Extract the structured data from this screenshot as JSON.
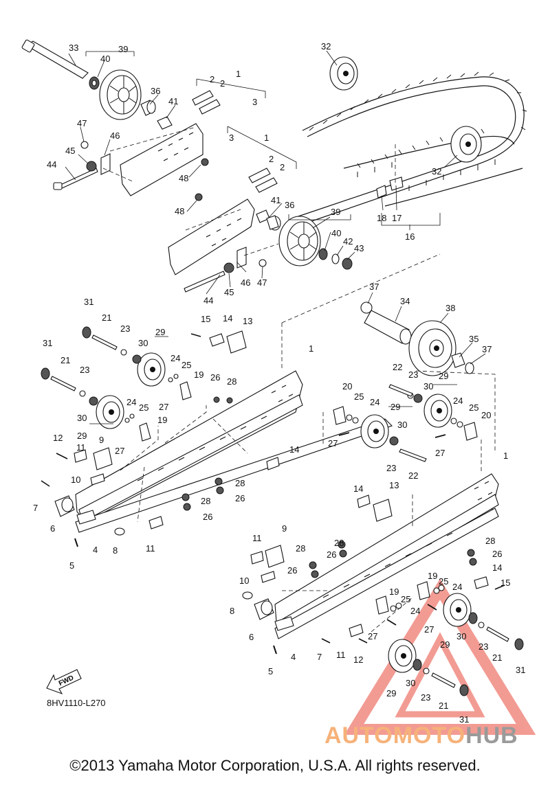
{
  "diagram": {
    "code": "8HV1110-L270",
    "copyright": "©2013 Yamaha Motor Corporation, U.S.A. All rights reserved.",
    "fwd_label": "FWD",
    "watermark": {
      "part1": "AUTOMOTO",
      "part2": "HUB",
      "color_triangle": "#e84a3c",
      "color_text": "#f6a35f"
    },
    "callouts": [
      {
        "label": "33"
      },
      {
        "label": "40"
      },
      {
        "label": "39"
      },
      {
        "label": "32"
      },
      {
        "label": "1"
      },
      {
        "label": "2"
      },
      {
        "label": "2"
      },
      {
        "label": "3"
      },
      {
        "label": "36"
      },
      {
        "label": "41"
      },
      {
        "label": "47"
      },
      {
        "label": "46"
      },
      {
        "label": "45"
      },
      {
        "label": "44"
      },
      {
        "label": "48"
      },
      {
        "label": "1"
      },
      {
        "label": "3"
      },
      {
        "label": "2"
      },
      {
        "label": "2"
      },
      {
        "label": "32"
      },
      {
        "label": "41"
      },
      {
        "label": "48"
      },
      {
        "label": "36"
      },
      {
        "label": "39"
      },
      {
        "label": "40"
      },
      {
        "label": "42"
      },
      {
        "label": "43"
      },
      {
        "label": "18"
      },
      {
        "label": "17"
      },
      {
        "label": "16"
      },
      {
        "label": "46"
      },
      {
        "label": "47"
      },
      {
        "label": "44"
      },
      {
        "label": "45"
      },
      {
        "label": "37"
      },
      {
        "label": "34"
      },
      {
        "label": "38"
      },
      {
        "label": "35"
      },
      {
        "label": "37"
      },
      {
        "label": "31"
      },
      {
        "label": "21"
      },
      {
        "label": "23"
      },
      {
        "label": "29"
      },
      {
        "label": "30"
      },
      {
        "label": "15"
      },
      {
        "label": "14"
      },
      {
        "label": "13"
      },
      {
        "label": "1"
      },
      {
        "label": "31"
      },
      {
        "label": "21"
      },
      {
        "label": "23"
      },
      {
        "label": "24"
      },
      {
        "label": "25"
      },
      {
        "label": "19"
      },
      {
        "label": "26"
      },
      {
        "label": "28"
      },
      {
        "label": "27"
      },
      {
        "label": "24"
      },
      {
        "label": "25"
      },
      {
        "label": "30"
      },
      {
        "label": "19"
      },
      {
        "label": "29"
      },
      {
        "label": "27"
      },
      {
        "label": "12"
      },
      {
        "label": "9"
      },
      {
        "label": "11"
      },
      {
        "label": "14"
      },
      {
        "label": "10"
      },
      {
        "label": "28"
      },
      {
        "label": "28"
      },
      {
        "label": "26"
      },
      {
        "label": "26"
      },
      {
        "label": "7"
      },
      {
        "label": "6"
      },
      {
        "label": "8"
      },
      {
        "label": "4"
      },
      {
        "label": "11"
      },
      {
        "label": "5"
      },
      {
        "label": "22"
      },
      {
        "label": "23"
      },
      {
        "label": "29"
      },
      {
        "label": "30"
      },
      {
        "label": "20"
      },
      {
        "label": "25"
      },
      {
        "label": "24"
      },
      {
        "label": "29"
      },
      {
        "label": "30"
      },
      {
        "label": "24"
      },
      {
        "label": "25"
      },
      {
        "label": "20"
      },
      {
        "label": "27"
      },
      {
        "label": "27"
      },
      {
        "label": "23"
      },
      {
        "label": "22"
      },
      {
        "label": "1"
      },
      {
        "label": "14"
      },
      {
        "label": "13"
      },
      {
        "label": "28"
      },
      {
        "label": "26"
      },
      {
        "label": "9"
      },
      {
        "label": "11"
      },
      {
        "label": "28"
      },
      {
        "label": "28"
      },
      {
        "label": "26"
      },
      {
        "label": "26"
      },
      {
        "label": "10"
      },
      {
        "label": "14"
      },
      {
        "label": "15"
      },
      {
        "label": "19"
      },
      {
        "label": "25"
      },
      {
        "label": "24"
      },
      {
        "label": "19"
      },
      {
        "label": "25"
      },
      {
        "label": "24"
      },
      {
        "label": "27"
      },
      {
        "label": "8"
      },
      {
        "label": "6"
      },
      {
        "label": "27"
      },
      {
        "label": "30"
      },
      {
        "label": "29"
      },
      {
        "label": "23"
      },
      {
        "label": "21"
      },
      {
        "label": "31"
      },
      {
        "label": "5"
      },
      {
        "label": "4"
      },
      {
        "label": "7"
      },
      {
        "label": "11"
      },
      {
        "label": "12"
      },
      {
        "label": "29"
      },
      {
        "label": "30"
      },
      {
        "label": "23"
      },
      {
        "label": "21"
      },
      {
        "label": "31"
      }
    ]
  }
}
